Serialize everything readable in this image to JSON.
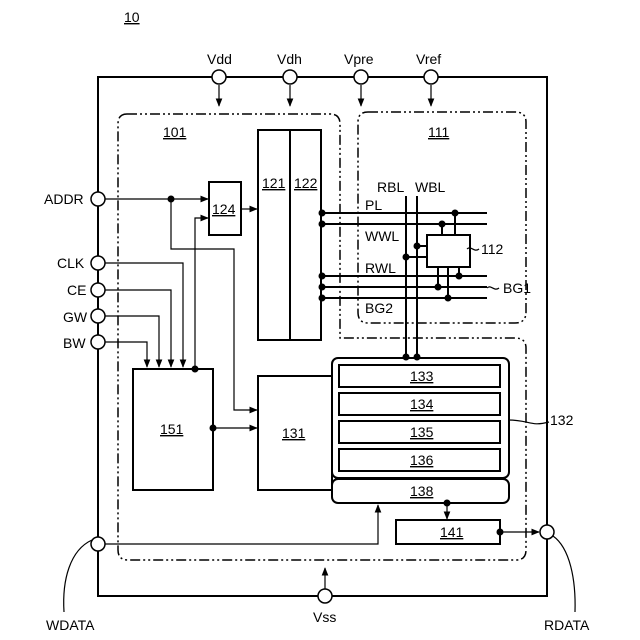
{
  "figure": {
    "title": "10",
    "power_pins": [
      "Vdd",
      "Vdh",
      "Vpre",
      "Vref"
    ],
    "ground_pin": "Vss",
    "input_pins": [
      "ADDR",
      "CLK",
      "CE",
      "GW",
      "BW"
    ],
    "data_pins": {
      "write": "WDATA",
      "read": "RDATA"
    },
    "regions": {
      "peripheral": "101",
      "cell_array": "111"
    },
    "blocks": {
      "b121": "121",
      "b122": "122",
      "b124": "124",
      "b151": "151",
      "b131": "131",
      "b133": "133",
      "b134": "134",
      "b135": "135",
      "b136": "136",
      "b138": "138",
      "b141": "141"
    },
    "callouts": {
      "c132": "132",
      "c112": "112",
      "bg1": "BG1"
    },
    "lines": {
      "rbl": "RBL",
      "wbl": "WBL",
      "pl": "PL",
      "wwl": "WWL",
      "rwl": "RWL",
      "bg2": "BG2"
    }
  }
}
